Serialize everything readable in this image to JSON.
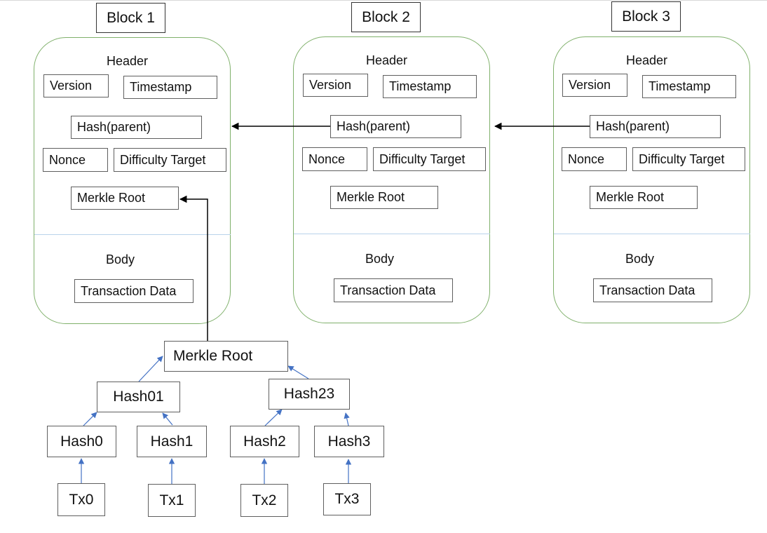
{
  "blocks": [
    {
      "title": "Block 1",
      "header_label": "Header",
      "version": "Version",
      "timestamp": "Timestamp",
      "hash_parent": "Hash(parent)",
      "nonce": "Nonce",
      "difficulty_target": "Difficulty Target",
      "merkle_root": "Merkle Root",
      "body_label": "Body",
      "transaction_data": "Transaction Data"
    },
    {
      "title": "Block 2",
      "header_label": "Header",
      "version": "Version",
      "timestamp": "Timestamp",
      "hash_parent": "Hash(parent)",
      "nonce": "Nonce",
      "difficulty_target": "Difficulty Target",
      "merkle_root": "Merkle Root",
      "body_label": "Body",
      "transaction_data": "Transaction Data"
    },
    {
      "title": "Block 3",
      "header_label": "Header",
      "version": "Version",
      "timestamp": "Timestamp",
      "hash_parent": "Hash(parent)",
      "nonce": "Nonce",
      "difficulty_target": "Difficulty Target",
      "merkle_root": "Merkle Root",
      "body_label": "Body",
      "transaction_data": "Transaction Data"
    }
  ],
  "merkle_tree": {
    "root": "Merkle Root",
    "hash01": "Hash01",
    "hash23": "Hash23",
    "hash0": "Hash0",
    "hash1": "Hash1",
    "hash2": "Hash2",
    "hash3": "Hash3",
    "tx0": "Tx0",
    "tx1": "Tx1",
    "tx2": "Tx2",
    "tx3": "Tx3"
  },
  "colors": {
    "block_border": "#7fb06a",
    "divider": "#b9d3ea",
    "parent_link_arrow": "#000000",
    "tree_arrow": "#4472c4"
  }
}
